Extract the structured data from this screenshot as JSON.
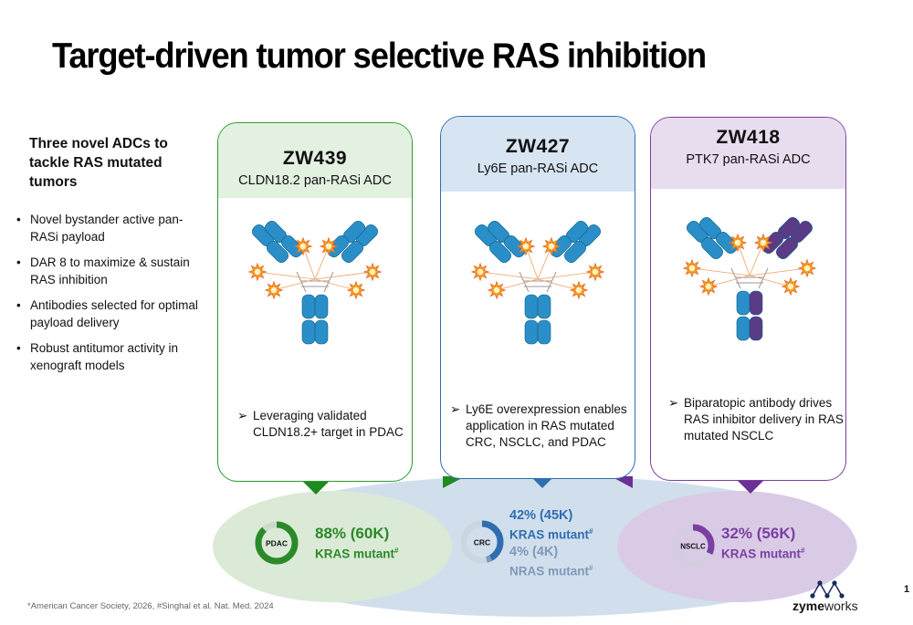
{
  "title": "Target-driven tumor selective RAS inhibition",
  "left": {
    "heading": "Three novel ADCs to tackle RAS mutated tumors",
    "bullets": [
      "Novel bystander active pan-RASi payload",
      "DAR 8 to maximize & sustain RAS inhibition",
      "Antibodies selected for optimal payload delivery",
      "Robust antitumor activity in xenograft models"
    ]
  },
  "cards": [
    {
      "code": "ZW439",
      "subtitle": "CLDN18.2 pan-RASi ADC",
      "note": "Leveraging validated CLDN18.2+ target in PDAC",
      "color": "#2e9a2e",
      "tint": "#e3f1e1"
    },
    {
      "code": "ZW427",
      "subtitle": "Ly6E pan-RASi ADC",
      "note": "Ly6E overexpression enables application in RAS mutated CRC, NSCLC, and PDAC",
      "color": "#2f6fb0",
      "tint": "#d7e4f2"
    },
    {
      "code": "ZW418",
      "subtitle": "PTK7 pan-RASi ADC",
      "note": "Biparatopic antibody drives RAS inhibitor delivery in RAS mutated NSCLC",
      "color": "#7a3fa0",
      "tint": "#e8dcef"
    }
  ],
  "stats": {
    "pdac": {
      "label": "PDAC",
      "pct": "88% (60K)",
      "mut": "KRAS mutant",
      "sup": "#",
      "color": "#2a8a2a",
      "fraction": 0.88
    },
    "crc": {
      "label": "CRC",
      "pct1": "42% (45K)",
      "mut1": "KRAS mutant",
      "sup1": "#",
      "pct2": "4% (4K)",
      "mut2": "NRAS mutant",
      "sup2": "#",
      "color": "#2e6db0",
      "color2": "#7f98b8",
      "fraction": 0.42,
      "fraction2": 0.04
    },
    "nsclc": {
      "label": "NSCLC",
      "pct": "32% (56K)",
      "mut": "KRAS mutant",
      "sup": "#",
      "color": "#7b3fa1",
      "fraction": 0.32
    }
  },
  "footnote": "*American Cancer Society, 2026, #Singhal et al. Nat. Med. 2024",
  "logo": {
    "part1": "zyme",
    "part2": "works"
  },
  "page_number": "1"
}
